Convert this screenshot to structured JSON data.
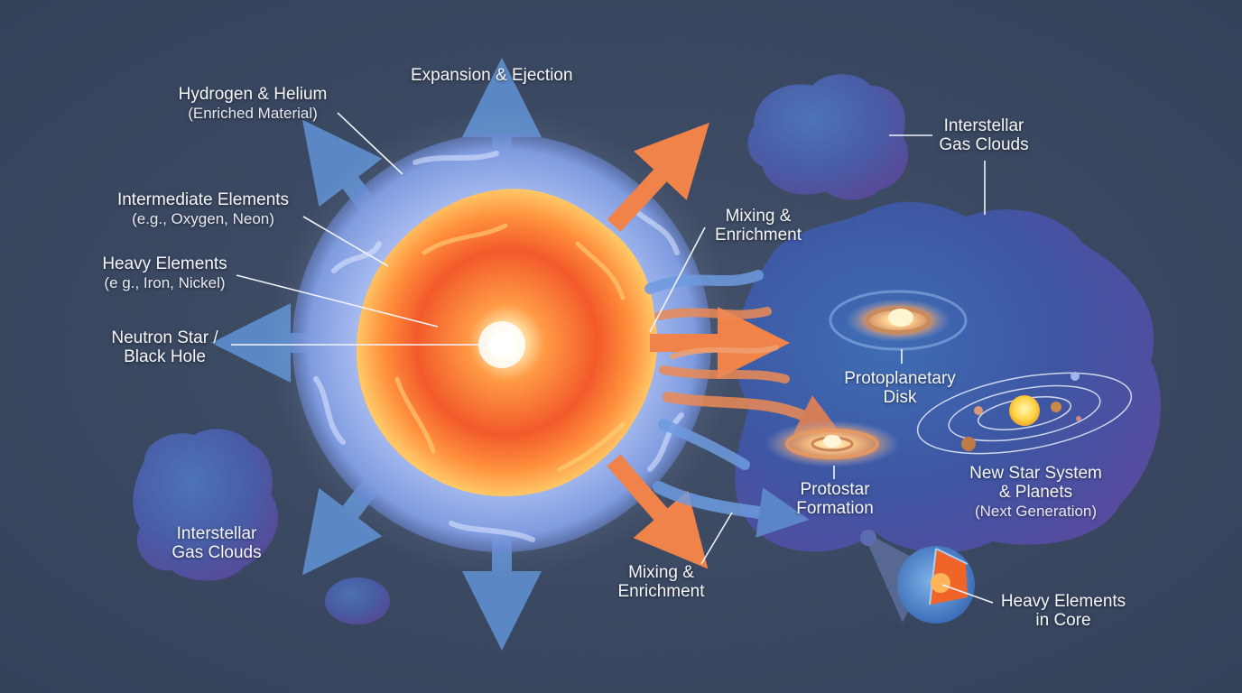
{
  "diagram": {
    "labels": {
      "expansion": "Expansion & Ejection",
      "hydrogen": {
        "title": "Hydrogen & Helium",
        "sub": "(Enriched Material)"
      },
      "intermediate": {
        "title": "Intermediate Elements",
        "sub": "(e.g., Oxygen, Neon)"
      },
      "heavy": {
        "title": "Heavy Elements",
        "sub": "(e g., Iron, Nickel)"
      },
      "neutron": {
        "line1": "Neutron Star /",
        "line2": "Black Hole"
      },
      "clouds_left": {
        "line1": "Interstellar",
        "line2": "Gas Clouds"
      },
      "clouds_right": {
        "line1": "Interstellar",
        "line2": "Gas Clouds"
      },
      "mixing_top": {
        "line1": "Mixing &",
        "line2": "Enrichment"
      },
      "mixing_bottom": {
        "line1": "Mixing &",
        "line2": "Enrichment"
      },
      "protoplanetary": {
        "line1": "Protoplanetary",
        "line2": "Disk"
      },
      "protostar": {
        "line1": "Protostar",
        "line2": "Formation"
      },
      "new_system": {
        "line1": "New Star System",
        "line2": "& Planets",
        "sub": "(Next Generation)"
      },
      "core": {
        "line1": "Heavy Elements",
        "line2": "in Core"
      }
    },
    "colors": {
      "background": "#3c4a60",
      "shell": "#9fb6e8",
      "core_orange": "#f26a2e",
      "core_yellow": "#ffd36b",
      "arrow_blue": "#5f8fcf",
      "arrow_orange": "#f0834a",
      "cloud": "#4a5fa8"
    }
  }
}
